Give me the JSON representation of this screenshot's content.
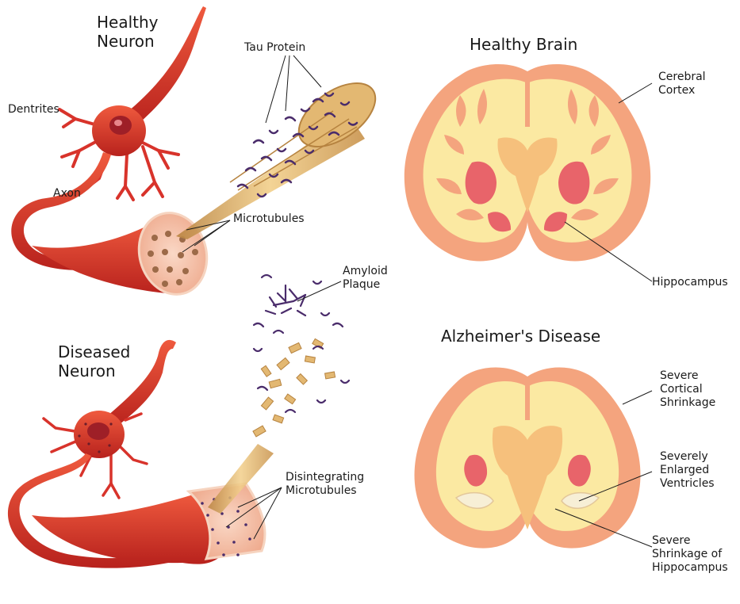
{
  "diagram": {
    "titles": {
      "healthy_neuron": [
        "Healthy",
        "Neuron"
      ],
      "diseased_neuron": [
        "Diseased",
        "Neuron"
      ],
      "healthy_brain": "Healthy Brain",
      "alzheimers": "Alzheimer's Disease"
    },
    "labels": {
      "dentrites": "Dentrites",
      "axon": "Axon",
      "tau_protein": "Tau Protein",
      "microtubules": "Microtubules",
      "amyloid_plaque": [
        "Amyloid",
        "Plaque"
      ],
      "disintegrating_microtubules": [
        "Disintegrating",
        "Microtubules"
      ],
      "cerebral_cortex": [
        "Cerebral",
        "Cortex"
      ],
      "hippocampus": "Hippocampus",
      "cortical_shrinkage": [
        "Severe",
        "Cortical",
        "Shrinkage"
      ],
      "enlarged_ventricles": [
        "Severely",
        "Enlarged",
        "Ventricles"
      ],
      "hippocampus_shrinkage": [
        "Severe",
        "Shrinkage of",
        "Hippocampus"
      ]
    },
    "colors": {
      "neuron_red": "#d8332b",
      "axon_cut": "#f2b89e",
      "brain_outer": "#f4a47e",
      "brain_inner": "#fbe9a2",
      "brain_deep": "#e8646a",
      "tau_purple": "#4a2c6b",
      "microtubule_gold": "#d7a35a"
    }
  }
}
